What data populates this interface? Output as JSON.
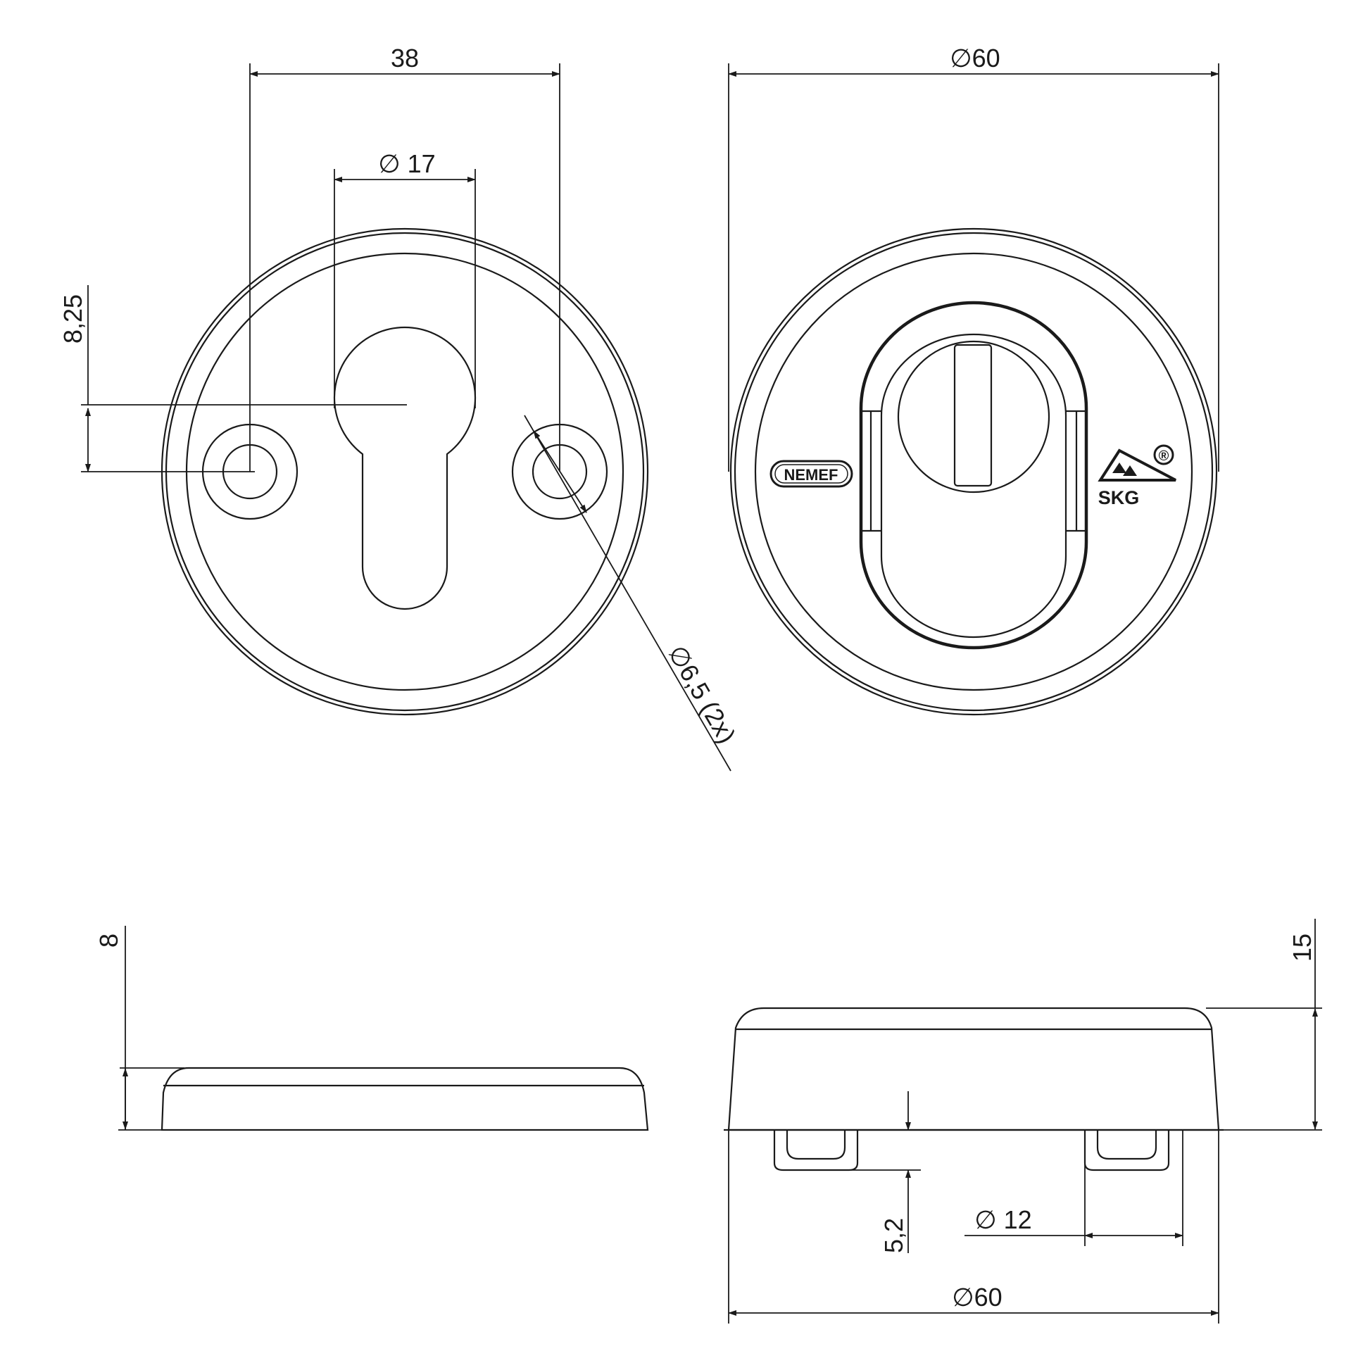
{
  "dimensions": {
    "center_spacing": "38",
    "keyhole_diameter": "17",
    "plate_diameter_top": "60",
    "offset": "8,25",
    "screw_hole": "6,5 (2x)",
    "plate_thickness": "8",
    "rosette_height": "15",
    "pin_length": "5,2",
    "pin_diameter": "12",
    "plate_diameter_bottom": "60"
  },
  "symbols": {
    "diameter": "∅"
  },
  "logos": {
    "brand_left": "NEMEF",
    "brand_right": "SKG",
    "registered": "®"
  },
  "colors": {
    "line": "#1a1a1a",
    "background": "#ffffff"
  }
}
